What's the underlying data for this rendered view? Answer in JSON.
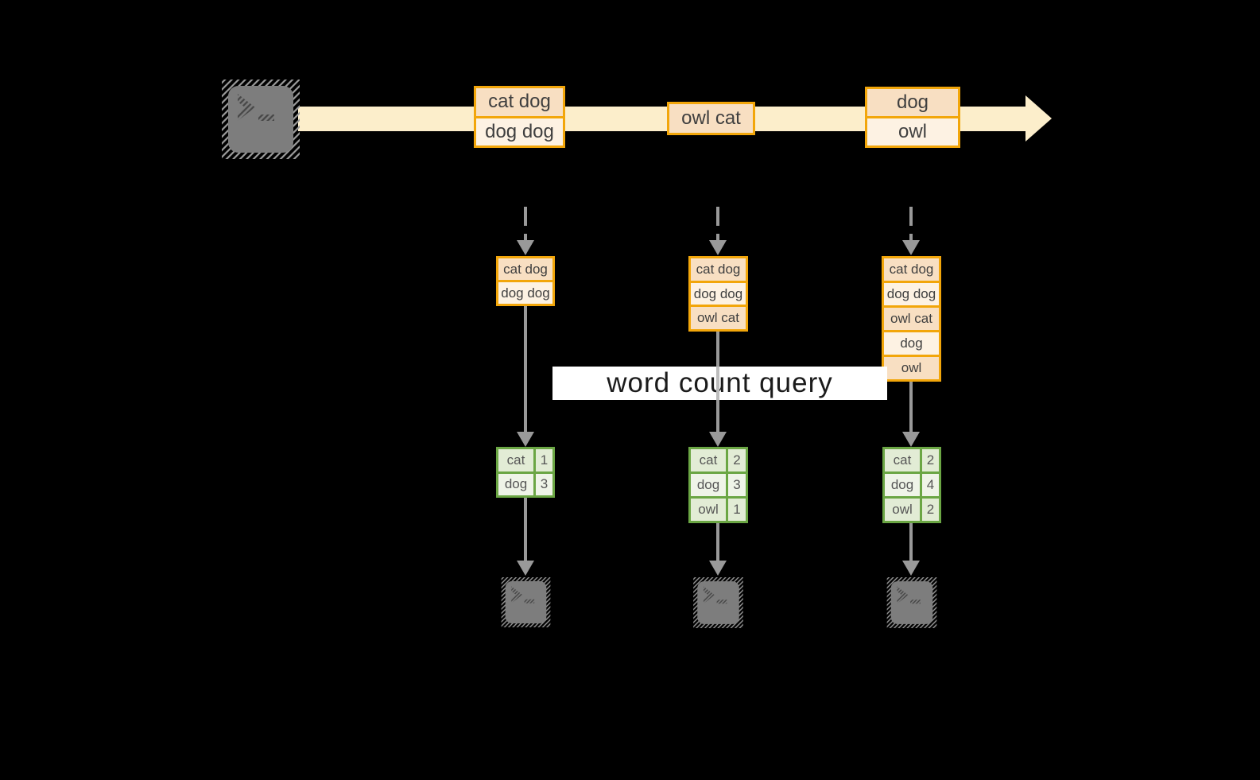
{
  "query": {
    "label": "word count query"
  },
  "stream": {
    "batches": [
      {
        "rows": [
          "cat dog",
          "dog dog"
        ]
      },
      {
        "rows": [
          "owl cat"
        ]
      },
      {
        "rows": [
          "dog",
          "owl"
        ]
      }
    ]
  },
  "columns": [
    {
      "state_rows": [
        "cat dog",
        "dog dog"
      ],
      "counts": [
        {
          "word": "cat",
          "count": "1"
        },
        {
          "word": "dog",
          "count": "3"
        }
      ]
    },
    {
      "state_rows": [
        "cat dog",
        "dog dog",
        "owl cat"
      ],
      "counts": [
        {
          "word": "cat",
          "count": "2"
        },
        {
          "word": "dog",
          "count": "3"
        },
        {
          "word": "owl",
          "count": "1"
        }
      ]
    },
    {
      "state_rows": [
        "cat dog",
        "dog dog",
        "owl cat",
        "dog",
        "owl"
      ],
      "counts": [
        {
          "word": "cat",
          "count": "2"
        },
        {
          "word": "dog",
          "count": "4"
        },
        {
          "word": "owl",
          "count": "2"
        }
      ]
    }
  ],
  "icons": {
    "source": "terminal-icon",
    "sink": "terminal-icon"
  },
  "colors": {
    "background": "#000000",
    "accent_amber": "#F2A60A",
    "cell_peach_dark": "#F8DFC2",
    "cell_peach_light": "#FDF2E3",
    "stream_band": "#FCEECB",
    "accent_green": "#6BA644",
    "cell_green_dark": "#E2ECD5",
    "cell_green_light": "#EFF4E8",
    "arrow_gray": "#999999",
    "terminal_gray": "#7D7D7D",
    "query_band_bg": "#FFFFFF"
  }
}
